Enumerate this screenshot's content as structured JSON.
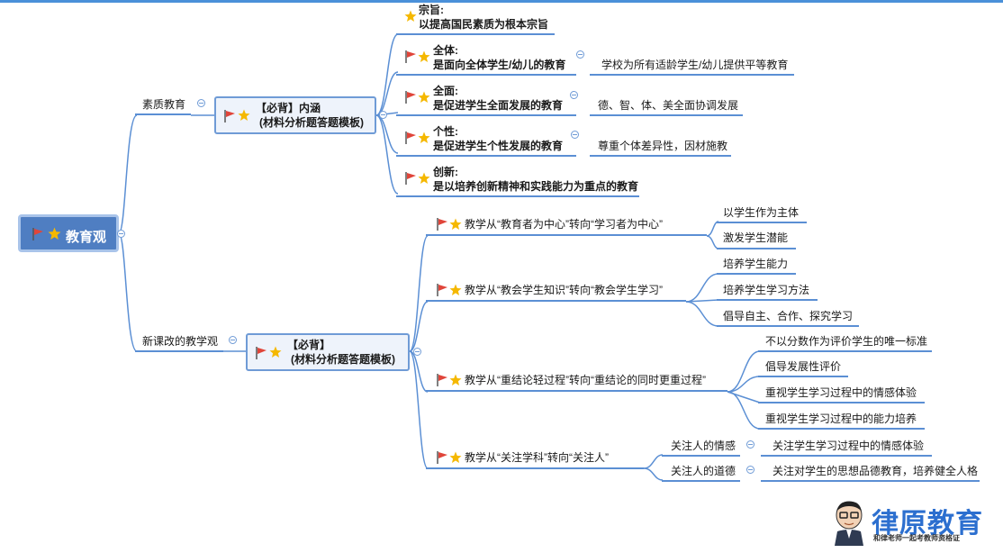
{
  "root": {
    "label": "教育观"
  },
  "branches": {
    "suzhi": {
      "label": "素质教育",
      "node_line1": "【必背】内涵",
      "node_line2": "(材料分析题答题模板)",
      "items": [
        {
          "title": "宗旨:",
          "text": "以提高国民素质为根本宗旨",
          "note": ""
        },
        {
          "title": "全体:",
          "text": "是面向全体学生/幼儿的教育",
          "note": "学校为所有适龄学生/幼儿提供平等教育"
        },
        {
          "title": "全面:",
          "text": "是促进学生全面发展的教育",
          "note": "德、智、体、美全面协调发展"
        },
        {
          "title": "个性:",
          "text": "是促进学生个性发展的教育",
          "note": "尊重个体差异性，因材施教"
        },
        {
          "title": "创新:",
          "text": "是以培养创新精神和实践能力为重点的教育",
          "note": ""
        }
      ]
    },
    "xinkegai": {
      "label": "新课改的教学观",
      "node_line1": "【必背】",
      "node_line2": "(材料分析题答题模板)",
      "items": [
        {
          "text": "教学从“教育者为中心”转向“学习者为中心”",
          "subs": [
            "以学生作为主体",
            "激发学生潜能"
          ]
        },
        {
          "text": "教学从“教会学生知识”转向“教会学生学习”",
          "subs": [
            "培养学生能力",
            "培养学生学习方法",
            "倡导自主、合作、探究学习"
          ]
        },
        {
          "text": "教学从“重结论轻过程”转向“重结论的同时更重过程”",
          "subs": [
            "不以分数作为评价学生的唯一标准",
            "倡导发展性评价",
            "重视学生学习过程中的情感体验",
            "重视学生学习过程中的能力培养"
          ]
        },
        {
          "text": "教学从“关注学科”转向“关注人”",
          "subs": [
            "关注人的情感",
            "关注人的道德"
          ],
          "subnotes": [
            "关注学生学习过程中的情感体验",
            "关注对学生的思想品德教育，培养健全人格"
          ]
        }
      ]
    }
  },
  "logo": {
    "title": "律原教育",
    "subtitle": "和律老师一起考教师资格证"
  },
  "colors": {
    "line": "#5b8fd4",
    "root": "#4f7ec2",
    "flag": "#e0453a",
    "star": "#f5b800",
    "logo": "#2c6fcf"
  }
}
